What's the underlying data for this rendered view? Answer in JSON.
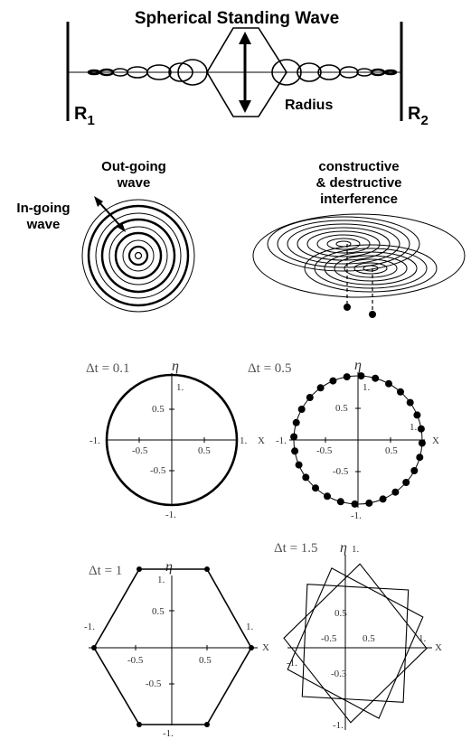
{
  "standing_wave": {
    "title": "Spherical Standing Wave",
    "radius_label": "Radius",
    "r1_base": "R",
    "r1_sub": "1",
    "r2_base": "R",
    "r2_sub": "2"
  },
  "waves": {
    "outgoing_line1": "Out-going",
    "outgoing_line2": "wave",
    "ingoing_line1": "In-going",
    "ingoing_line2": "wave"
  },
  "interference": {
    "line1": "constructive",
    "line2": "& destructive",
    "line3": "interference"
  },
  "plots": [
    {
      "dt_label": "Δt = 0.1",
      "eta_label": "η",
      "x_label": "X",
      "ticks": {
        "y_top": "1.",
        "y_half": "0.5",
        "y_mhalf": "-0.5",
        "y_bottom": "-1.",
        "x_left": "-1.",
        "x_mhalf": "-0.5",
        "x_half": "0.5",
        "x_right": "1."
      }
    },
    {
      "dt_label": "Δt = 0.5",
      "eta_label": "η",
      "x_label": "X",
      "ticks": {
        "y_top": "1.",
        "y_half": "0.5",
        "y_mhalf": "-0.5",
        "y_bottom": "-1.",
        "x_left": "-1.",
        "x_mhalf": "-0.5",
        "x_half": "0.5",
        "x_right": "1."
      }
    },
    {
      "dt_label": "Δt = 1",
      "eta_label": "η",
      "x_label": "X",
      "ticks": {
        "y_top": "1.",
        "y_half": "0.5",
        "y_mhalf": "-0.5",
        "y_bottom": "-1.",
        "x_left": "-1.",
        "x_mhalf": "-0.5",
        "x_half": "0.5",
        "x_right": "1."
      }
    },
    {
      "dt_label": "Δt = 1.5",
      "eta_label": "η",
      "x_label": "X",
      "ticks": {
        "y_top": "1.",
        "y_half": "0.5",
        "y_mhalf": "-0.3",
        "y_bottom": "-1.",
        "x_left": "-1.",
        "x_mhalf": "-0.5",
        "x_half": "0.5",
        "x_right": "1."
      }
    }
  ]
}
